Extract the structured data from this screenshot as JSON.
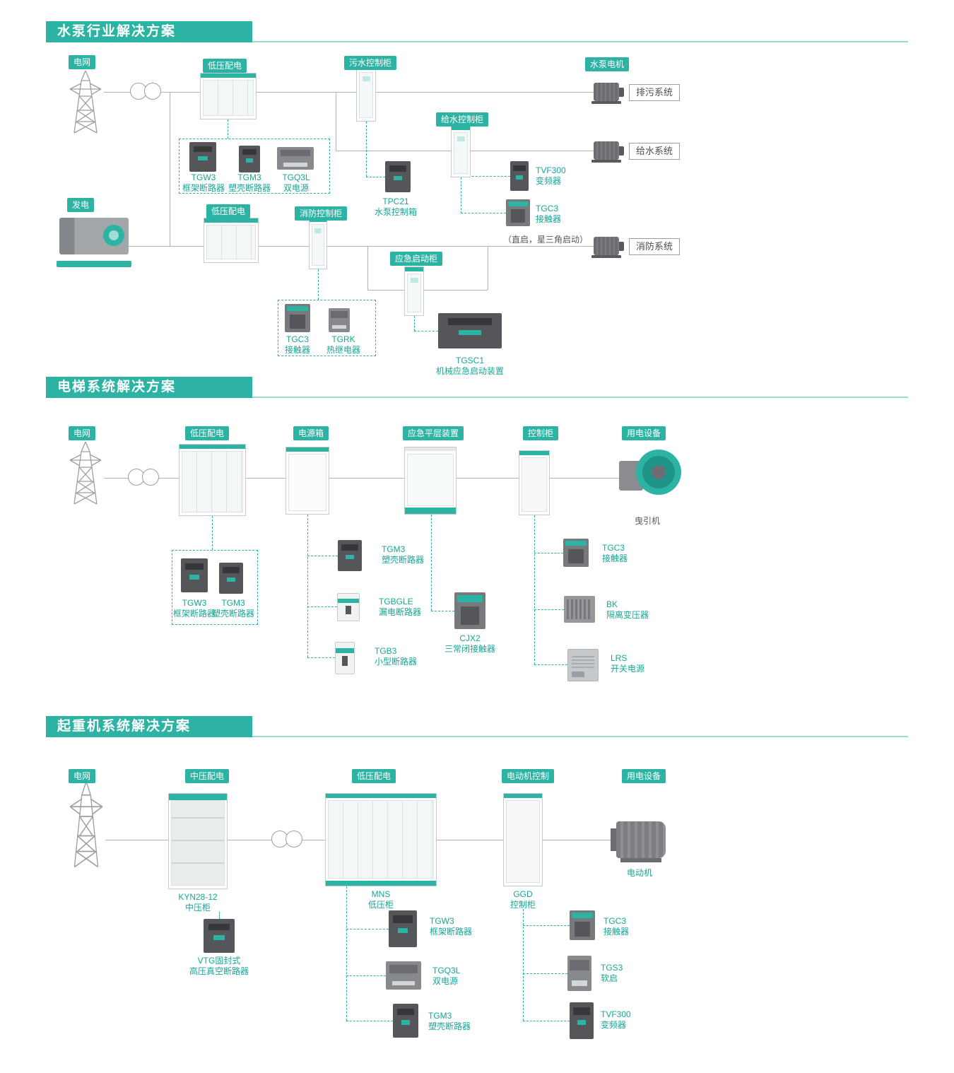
{
  "meta": {
    "accent_teal": "#2cb3a4",
    "line_gray": "#aeb2b4",
    "label_teal": "#17a695"
  },
  "section1": {
    "title": "水泵行业解决方案",
    "badges": {
      "grid": "电网",
      "lv1": "低压配电",
      "sewage": "污水控制柜",
      "pump_motor": "水泵电机",
      "water": "给水控制柜",
      "generator": "发电",
      "lv2": "低压配电",
      "fire": "消防控制柜",
      "emergency": "应急启动柜"
    },
    "systems": {
      "drain": "排污系统",
      "supply": "给水系统",
      "fire": "消防系统"
    },
    "products": {
      "tgw3": {
        "name": "TGW3",
        "desc": "框架断路器"
      },
      "tgm3": {
        "name": "TGM3",
        "desc": "塑壳断路器"
      },
      "tgq3l": {
        "name": "TGQ3L",
        "desc": "双电源"
      },
      "tpc21": {
        "name": "TPC21",
        "desc": "水泵控制箱"
      },
      "tvf300": {
        "name": "TVF300",
        "desc": "变频器"
      },
      "tgc3_vfd": {
        "name": "TGC3",
        "desc": "接触器"
      },
      "tgc3": {
        "name": "TGC3",
        "desc": "接触器"
      },
      "tgrk": {
        "name": "TGRK",
        "desc": "热继电器"
      },
      "tgsc1": {
        "name": "TGSC1",
        "desc": "机械应急启动装置"
      }
    },
    "note": "（直启，星三角启动）"
  },
  "section2": {
    "title": "电梯系统解决方案",
    "badges": {
      "grid": "电网",
      "lv": "低压配电",
      "power_box": "电源箱",
      "leveling": "应急平层装置",
      "control": "控制柜",
      "load": "用电设备"
    },
    "traction": "曳引机",
    "products": {
      "tgw3": {
        "name": "TGW3",
        "desc": "框架断路器"
      },
      "tgm3_box": {
        "name": "TGM3",
        "desc": "塑壳断路器"
      },
      "tgm3_main": {
        "name": "TGM3",
        "desc": "塑壳断路器"
      },
      "tgbgle": {
        "name": "TGBGLE",
        "desc": "漏电断路器"
      },
      "tgb3": {
        "name": "TGB3",
        "desc": "小型断路器"
      },
      "cjx2": {
        "name": "CJX2",
        "desc": "三常闭接触器"
      },
      "tgc3": {
        "name": "TGC3",
        "desc": "接触器"
      },
      "bk": {
        "name": "BK",
        "desc": "隔离变压器"
      },
      "lrs": {
        "name": "LRS",
        "desc": "开关电源"
      }
    }
  },
  "section3": {
    "title": "起重机系统解决方案",
    "badges": {
      "grid": "电网",
      "mv": "中压配电",
      "lv": "低压配电",
      "motor_control": "电动机控制",
      "load": "用电设备"
    },
    "cabinets": {
      "kyn": {
        "name": "KYN28-12",
        "desc": "中压柜"
      },
      "mns": {
        "name": "MNS",
        "desc": "低压柜"
      },
      "ggd": {
        "name": "GGD",
        "desc": "控制柜"
      },
      "motor": "电动机"
    },
    "products": {
      "vtg": {
        "name": "VTG固封式",
        "desc": "高压真空断路器"
      },
      "tgw3": {
        "name": "TGW3",
        "desc": "框架断路器"
      },
      "tgq3l": {
        "name": "TGQ3L",
        "desc": "双电源"
      },
      "tgm3": {
        "name": "TGM3",
        "desc": "塑壳断路器"
      },
      "tgc3": {
        "name": "TGC3",
        "desc": "接触器"
      },
      "tgs3": {
        "name": "TGS3",
        "desc": "软启"
      },
      "tvf300": {
        "name": "TVF300",
        "desc": "变频器"
      }
    }
  }
}
